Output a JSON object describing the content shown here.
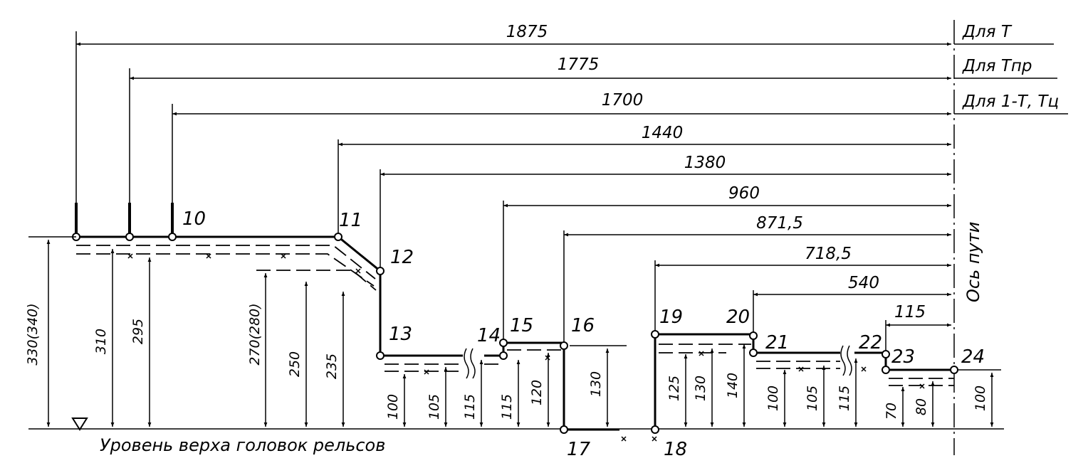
{
  "column_labels": [
    "Для  Т",
    "Для  Тпр",
    "Для  1-Т, Тц"
  ],
  "axis_label": "Ось  пути",
  "level_label": "Уровень  верха  головок  рельсов",
  "horizontal_dimensions": [
    "1875",
    "1775",
    "1700",
    "1440",
    "1380",
    "960",
    "871,5",
    "718,5",
    "540",
    "115"
  ],
  "point_labels": [
    "10",
    "11",
    "12",
    "13",
    "14",
    "15",
    "16",
    "17",
    "18",
    "19",
    "20",
    "21",
    "22",
    "23",
    "24"
  ],
  "vertical_dimensions": [
    "330(340)",
    "310",
    "295",
    "270(280)",
    "250",
    "235",
    "100",
    "105",
    "115",
    "115",
    "120",
    "130",
    "125",
    "130",
    "140",
    "100",
    "105",
    "115",
    "70",
    "80",
    "100"
  ]
}
